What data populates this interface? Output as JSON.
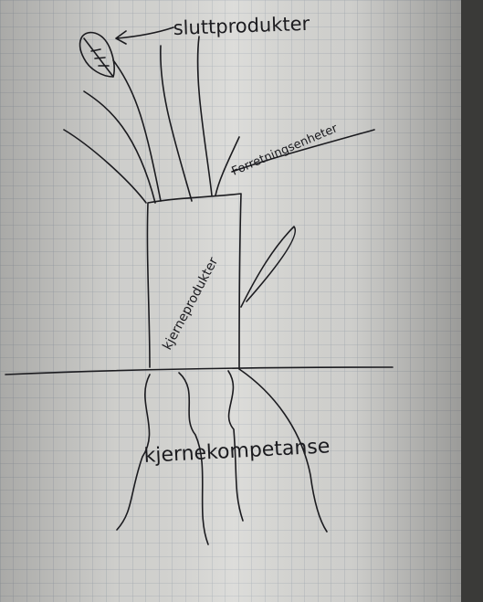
{
  "diagram": {
    "labels": {
      "end_products": "sluttprodukter",
      "business_units": "Forretningsenheter",
      "core_products": "kjerneprodukter",
      "core_competence": "kjernekompetanse"
    },
    "colors": {
      "ink": "#1b1b1f",
      "paper": "#d9d9d6",
      "grid": "#a9b0b8",
      "shadow": "#3a3a38"
    },
    "icons": [
      "leaf-icon",
      "arrow-left-icon"
    ]
  }
}
